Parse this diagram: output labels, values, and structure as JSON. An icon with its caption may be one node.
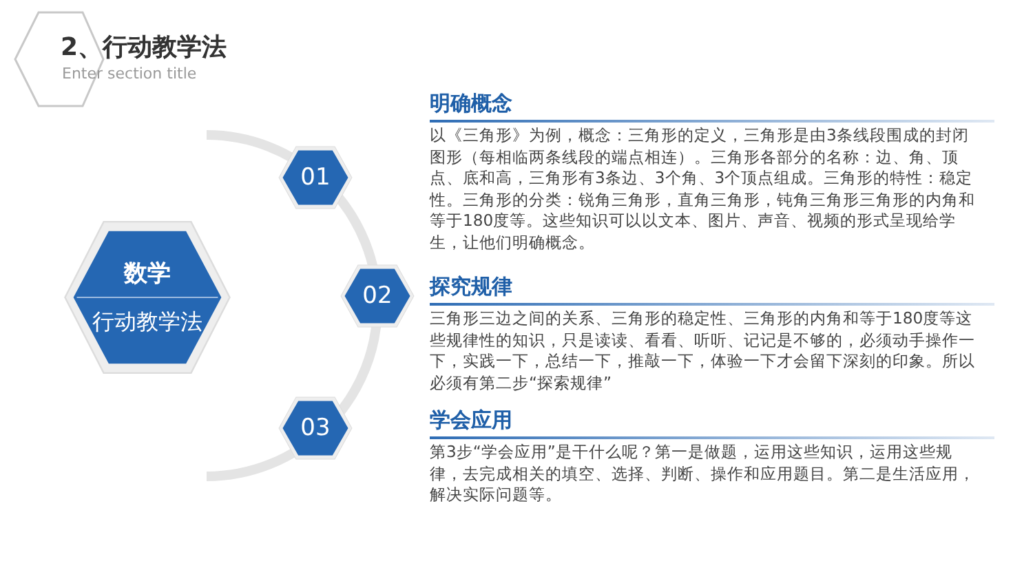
{
  "diagram": {
    "title": "2、行动教学法",
    "nodes": [
      {
        "text": [
          "数学",
          "行动教学法"
        ]
      },
      {
        "text": [
          "01"
        ]
      },
      {
        "text": [
          "02"
        ]
      },
      {
        "text": [
          "03"
        ]
      }
    ],
    "labels": [
      "Enter section title",
      "明确概念",
      "以《三角形》为例，概念：三角形的定义，三角形是由3条线段围成的封闭图形（每相临两条线段的端点相连）。三角形各部分的名称：边、角、顶点、底和高，三角形有3条边、3个角、3个顶点组成。三角形的特性：稳定性。三角形的分类：锐角三角形，直角三角形，钝角三角形三角形的内角和等于180度等。这些知识可以以文本、图片、声音、视频的形式呈现给学生，让他们明确概念。",
      "探究规律",
      "三角形三边之间的关系、三角形的稳定性、三角形的内角和等于180度等这些规律性的知识，只是读读、看看、听听、记记是不够的，必须动手操作一下，实践一下，总结一下，推敲一下，体验一下才会留下深刻的印象。所以必须有第二步“探索规律”",
      "学会应用",
      "第3步“学会应用”是干什么呢？第一是做题，运用这些知识，运用这些规律，去完成相关的填空、选择、判断、操作和应用题目。第二是生活应用，解决实际问题等。"
    ]
  }
}
